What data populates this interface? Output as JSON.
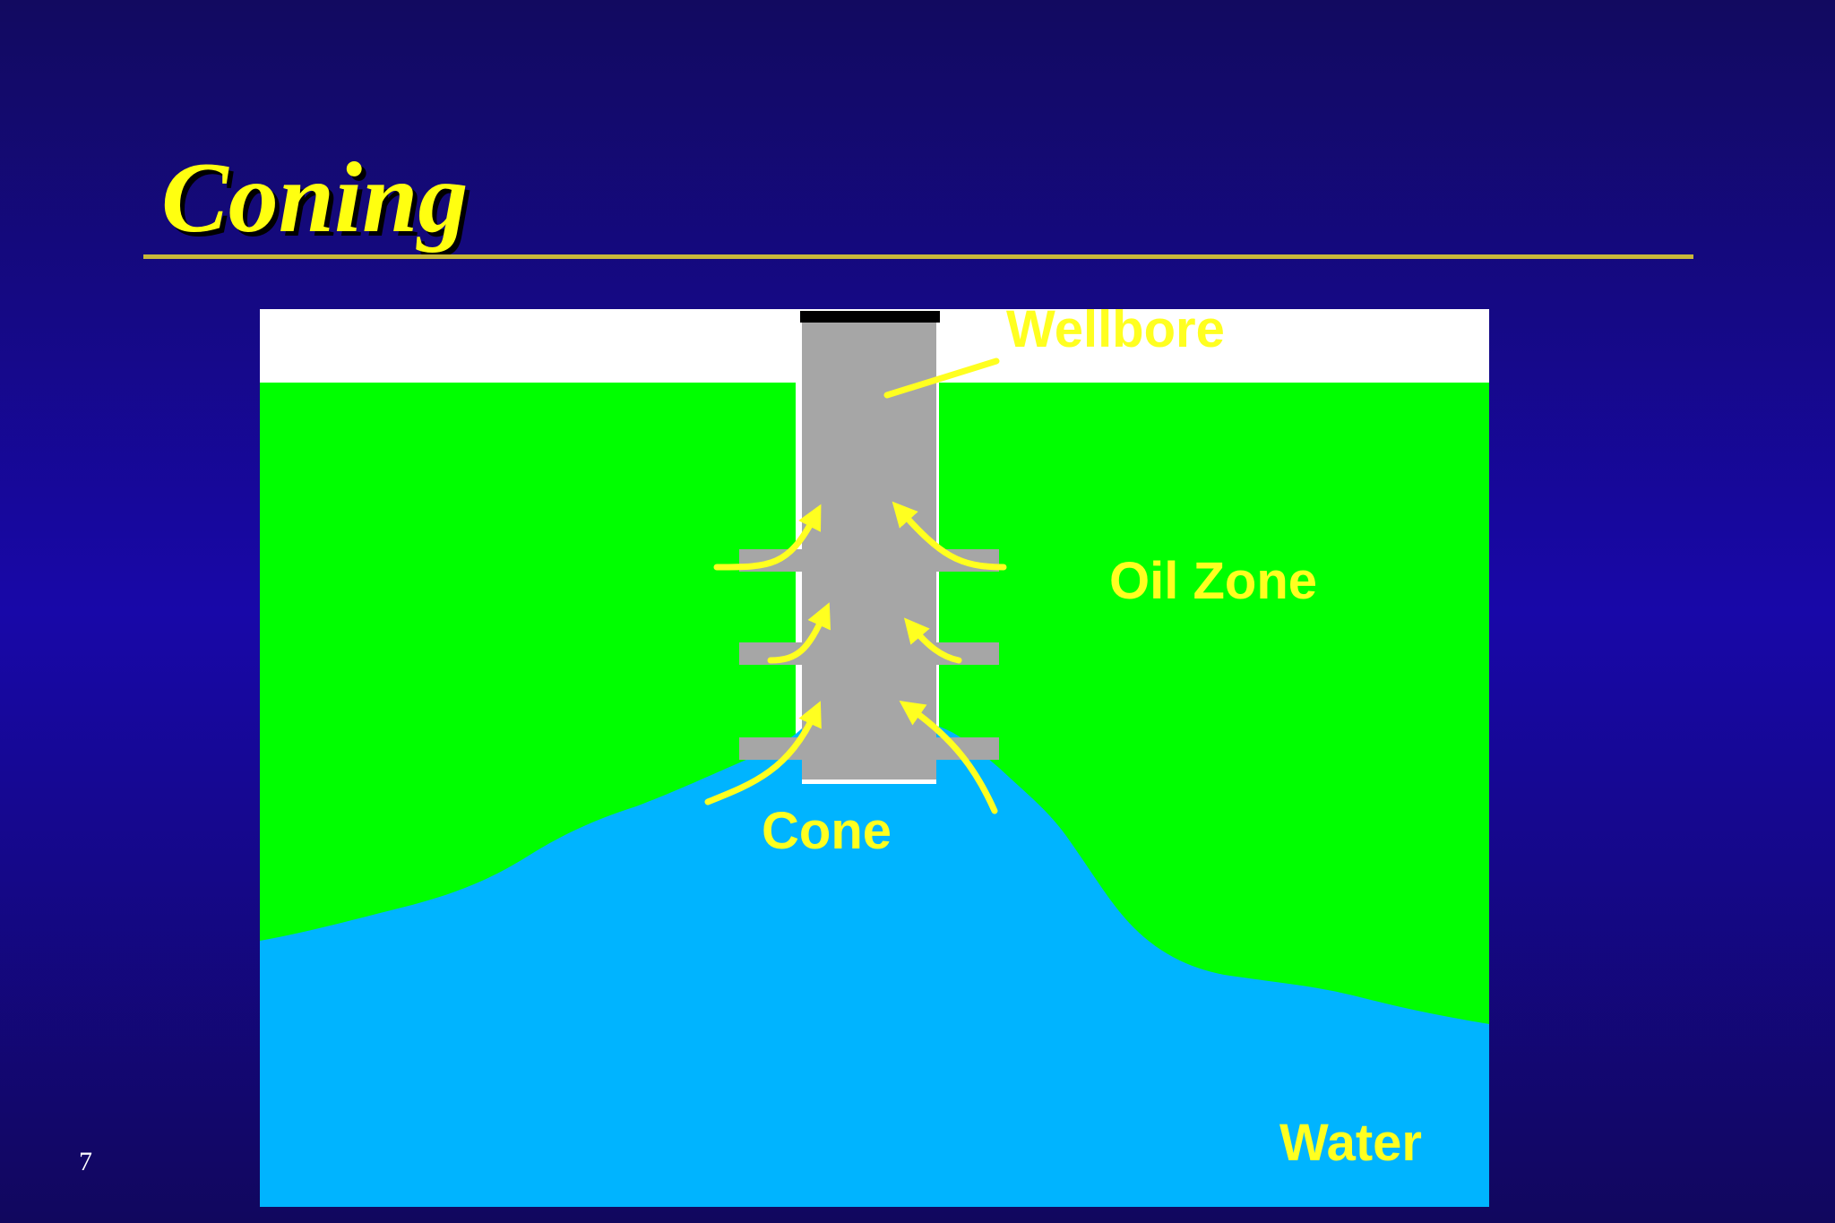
{
  "slide": {
    "title": "Coning",
    "number": "7"
  },
  "diagram": {
    "labels": {
      "wellbore": "Wellbore",
      "oil_zone": "Oil Zone",
      "cone": "Cone",
      "water": "Water"
    },
    "colors": {
      "oil": "#00ff00",
      "water": "#00b4ff",
      "wellbore": "#a6a6a6",
      "arrows": "#ffff20",
      "background": "#ffffff",
      "cap": "#000000",
      "title": "#ffff10",
      "rule": "#c8b83a"
    }
  }
}
